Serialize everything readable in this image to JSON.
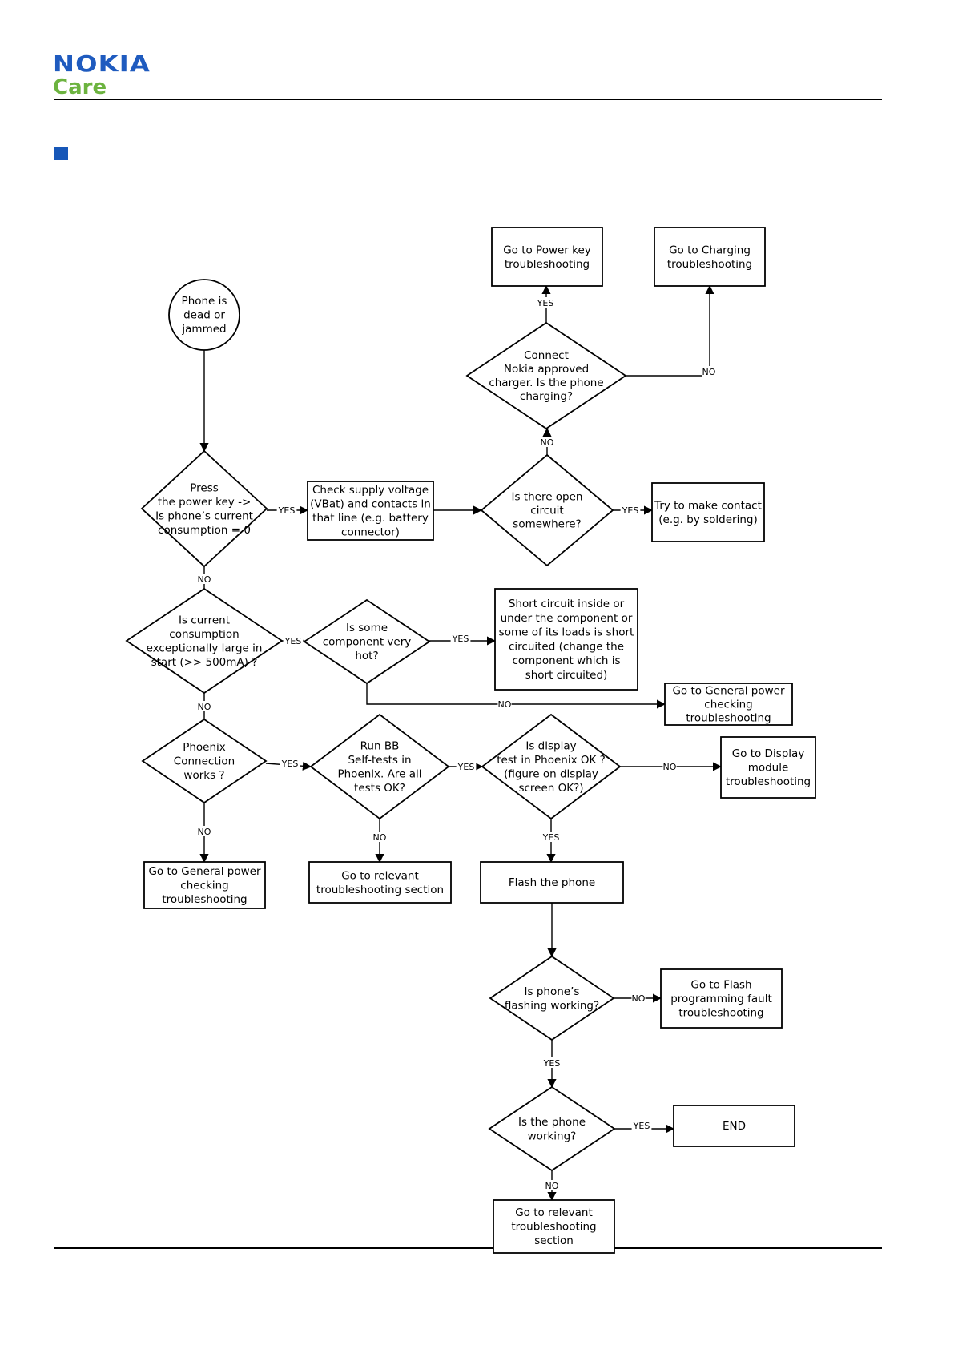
{
  "header": {
    "brand": "NOKIA",
    "brand_sub": "Care",
    "colors": {
      "brand": "#1f5bbf",
      "care": "#6cb33f",
      "square": "#1757b8"
    }
  },
  "flowchart": {
    "nodes": {
      "start": [
        "Phone is",
        "dead or",
        "jammed"
      ],
      "power_key": [
        "Press",
        "the power key ->",
        "Is phone’s current",
        "consumption = 0"
      ],
      "check_supply": [
        "Check supply voltage",
        "(VBat) and contacts in",
        "that line (e.g. battery",
        "connector)"
      ],
      "open_circuit": [
        "Is there open",
        "circuit",
        "somewhere?"
      ],
      "make_contact": [
        "Try to make contact",
        "(e.g. by soldering)"
      ],
      "charger": [
        "Connect",
        "Nokia approved",
        "charger. Is the phone",
        "charging?"
      ],
      "goto_power_key": [
        "Go to Power key",
        "troubleshooting"
      ],
      "goto_charging": [
        "Go to Charging",
        "troubleshooting"
      ],
      "large_current": [
        "Is current",
        "consumption",
        "exceptionally large in",
        "start (>> 500mA) ?"
      ],
      "hot": [
        "Is some",
        "component very",
        "hot?"
      ],
      "short_circuit": [
        "Short circuit inside or",
        "under the component or",
        "some of its loads is short",
        "circuited (change the",
        "component which is",
        "short circuited)"
      ],
      "goto_general_1": [
        "Go to General power",
        "checking",
        "troubleshooting"
      ],
      "phoenix": [
        "Phoenix",
        "Connection",
        "works ?"
      ],
      "selftests": [
        "Run BB",
        "Self-tests in",
        "Phoenix. Are all",
        "tests OK?"
      ],
      "display_test": [
        "Is display",
        "test in Phoenix OK ?",
        "(figure on display",
        "screen OK?)"
      ],
      "goto_display": [
        "Go to Display",
        "module",
        "troubleshooting"
      ],
      "goto_general_2": [
        "Go to General power",
        "checking",
        "troubleshooting"
      ],
      "goto_relevant_1": [
        "Go to relevant",
        "troubleshooting section"
      ],
      "flash": [
        "Flash the phone"
      ],
      "flashing_working": [
        "Is phone’s",
        "flashing working?"
      ],
      "goto_flash": [
        "Go to Flash",
        "programming fault",
        "troubleshooting"
      ],
      "phone_working": [
        "Is the phone",
        "working?"
      ],
      "end": [
        "END"
      ],
      "goto_relevant_2": [
        "Go to relevant",
        "troubleshooting",
        "section"
      ]
    },
    "edge_labels": {
      "yes": "YES",
      "no": "NO"
    }
  }
}
